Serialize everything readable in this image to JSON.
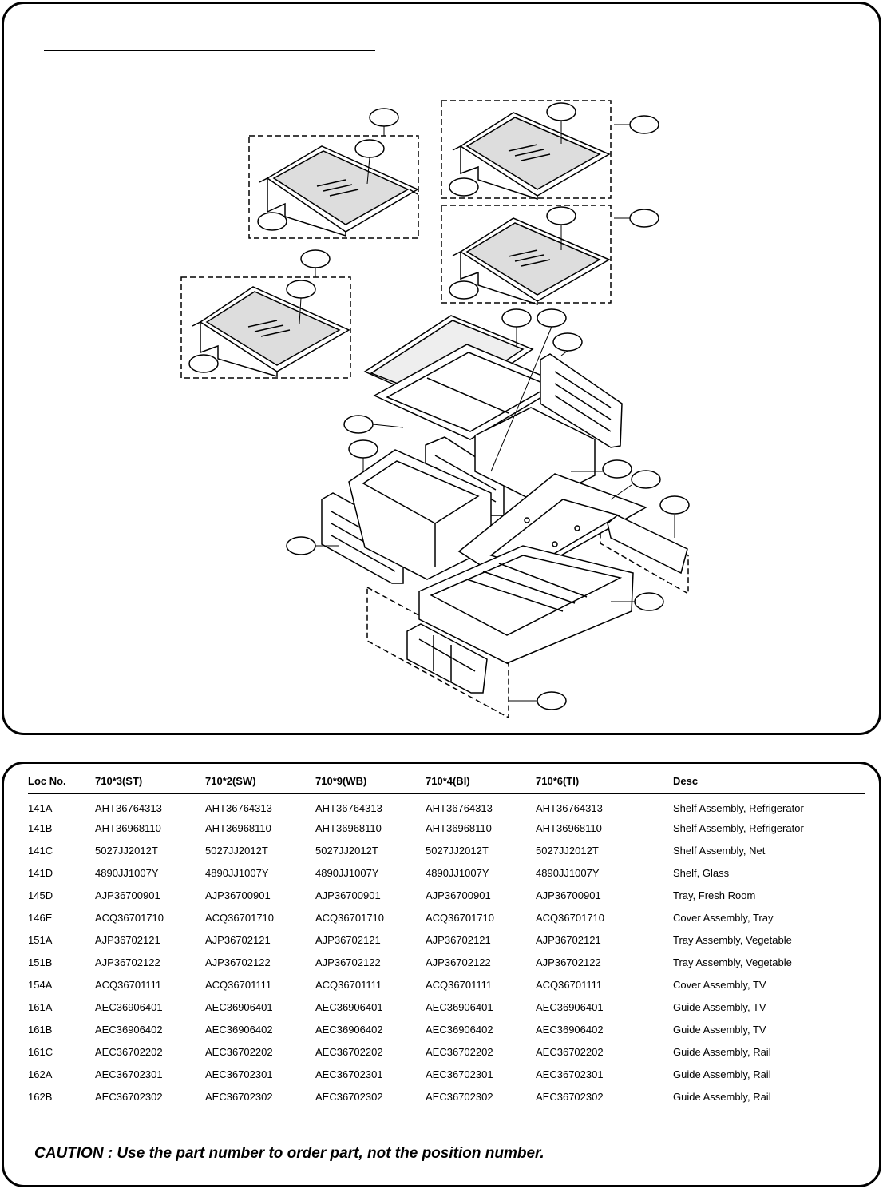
{
  "table": {
    "headers": [
      "Loc No.",
      "710*3(ST)",
      "710*2(SW)",
      "710*9(WB)",
      "710*4(BI)",
      "710*6(TI)",
      "Desc"
    ],
    "rows": [
      [
        "141A",
        "AHT36764313",
        "AHT36764313",
        "AHT36764313",
        "AHT36764313",
        "AHT36764313",
        "Shelf Assembly, Refrigerator"
      ],
      [
        "141B",
        "AHT36968110",
        "AHT36968110",
        "AHT36968110",
        "AHT36968110",
        "AHT36968110",
        "Shelf Assembly, Refrigerator"
      ],
      [
        "141C",
        "5027JJ2012T",
        "5027JJ2012T",
        "5027JJ2012T",
        "5027JJ2012T",
        "5027JJ2012T",
        "Shelf Assembly, Net"
      ],
      [
        "141D",
        "4890JJ1007Y",
        "4890JJ1007Y",
        "4890JJ1007Y",
        "4890JJ1007Y",
        "4890JJ1007Y",
        "Shelf, Glass"
      ],
      [
        "145D",
        "AJP36700901",
        "AJP36700901",
        "AJP36700901",
        "AJP36700901",
        "AJP36700901",
        "Tray, Fresh Room"
      ],
      [
        "146E",
        "ACQ36701710",
        "ACQ36701710",
        "ACQ36701710",
        "ACQ36701710",
        "ACQ36701710",
        "Cover Assembly, Tray"
      ],
      [
        "151A",
        "AJP36702121",
        "AJP36702121",
        "AJP36702121",
        "AJP36702121",
        "AJP36702121",
        "Tray Assembly, Vegetable"
      ],
      [
        "151B",
        "AJP36702122",
        "AJP36702122",
        "AJP36702122",
        "AJP36702122",
        "AJP36702122",
        "Tray Assembly, Vegetable"
      ],
      [
        "154A",
        "ACQ36701111",
        "ACQ36701111",
        "ACQ36701111",
        "ACQ36701111",
        "ACQ36701111",
        "Cover Assembly, TV"
      ],
      [
        "161A",
        "AEC36906401",
        "AEC36906401",
        "AEC36906401",
        "AEC36906401",
        "AEC36906401",
        "Guide Assembly, TV"
      ],
      [
        "161B",
        "AEC36906402",
        "AEC36906402",
        "AEC36906402",
        "AEC36906402",
        "AEC36906402",
        "Guide Assembly, TV"
      ],
      [
        "161C",
        "AEC36702202",
        "AEC36702202",
        "AEC36702202",
        "AEC36702202",
        "AEC36702202",
        "Guide Assembly, Rail"
      ],
      [
        "162A",
        "AEC36702301",
        "AEC36702301",
        "AEC36702301",
        "AEC36702301",
        "AEC36702301",
        "Guide Assembly, Rail"
      ],
      [
        "162B",
        "AEC36702302",
        "AEC36702302",
        "AEC36702302",
        "AEC36702302",
        "AEC36702302",
        "Guide Assembly, Rail"
      ]
    ]
  },
  "caution": "CAUTION : Use the part number to order part, not the position number."
}
